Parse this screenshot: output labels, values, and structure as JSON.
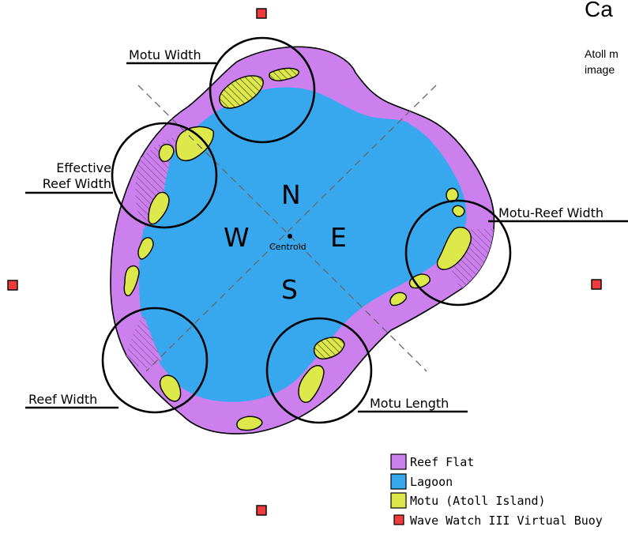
{
  "header": {
    "title": "Ca",
    "description_line1": "Atoll m",
    "description_line2": "image"
  },
  "cardinals": {
    "north": "N",
    "south": "S",
    "west": "W",
    "east": "E"
  },
  "centroid_label": "Centroid",
  "callouts": {
    "motu_width": "Motu Width",
    "effective_line1": "Effective",
    "effective_line2": "Reef Width",
    "motu_reef_width": "Motu-Reef Width",
    "reef_width": "Reef Width",
    "motu_length": "Motu Length"
  },
  "legend": [
    {
      "label": "Reef Flat",
      "color": "#cc80ee"
    },
    {
      "label": "Lagoon",
      "color": "#38a8ee"
    },
    {
      "label": "Motu (Atoll Island)",
      "color": "#dde84a"
    },
    {
      "label": "Wave Watch III Virtual Buoy",
      "color": "#ee3b3b"
    }
  ],
  "colors": {
    "reef_flat": "#cc80ee",
    "lagoon": "#38a8ee",
    "motu": "#dde84a",
    "buoy": "#ee3b3b",
    "outline": "#000000"
  }
}
